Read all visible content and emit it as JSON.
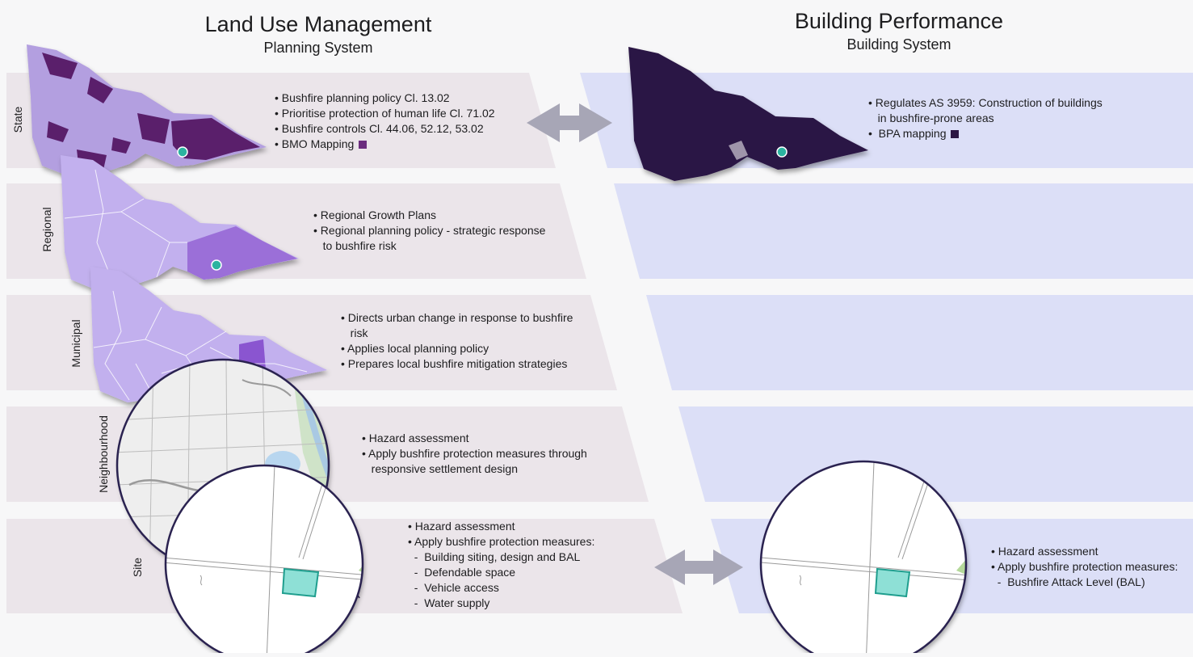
{
  "left_header": {
    "title": "Land Use Management",
    "subtitle": "Planning System"
  },
  "right_header": {
    "title": "Building Performance",
    "subtitle": "Building System"
  },
  "tiers": {
    "state": {
      "label": "State",
      "planning": [
        "• Bushfire planning policy Cl. 13.02",
        "• Prioritise protection of human life Cl. 71.02",
        "• Bushfire controls Cl. 44.06, 52.12, 53.02",
        "• BMO Mapping"
      ],
      "building": [
        "• Regulates AS 3959: Construction of buildings",
        "   in bushfire-prone areas",
        "•  BPA mapping"
      ]
    },
    "regional": {
      "label": "Regional",
      "planning": [
        "• Regional Growth Plans",
        "• Regional planning policy - strategic response",
        "   to bushfire risk"
      ]
    },
    "municipal": {
      "label": "Municipal",
      "planning": [
        "• Directs urban change in response to bushfire",
        "   risk",
        "• Applies local planning policy",
        "• Prepares local bushfire mitigation strategies"
      ]
    },
    "neighbourhood": {
      "label": "Neighbourhood",
      "planning": [
        "• Hazard assessment",
        "• Apply bushfire protection measures through",
        "   responsive settlement design"
      ]
    },
    "site": {
      "label": "Site",
      "planning": [
        "• Hazard assessment",
        "• Apply bushfire protection measures:",
        "  -  Building siting, design and BAL",
        "  -  Defendable space",
        "  -  Vehicle access",
        "  -  Water supply"
      ],
      "building": [
        "• Hazard assessment",
        "• Apply bushfire protection measures:",
        "  -  Bushfire Attack Level (BAL)"
      ]
    }
  },
  "colors": {
    "planning_band": "#ebe5ea",
    "building_band": "#dcdff7",
    "arrow": "#a7a6b6",
    "bmo_swatch": "#6b2d7e",
    "bpa_swatch": "#2c1744",
    "state_map": "#b39fe0",
    "state_map_bmo": "#5a1f6b",
    "bpa_map": "#2c1744",
    "regional_map": "#c2b0ee",
    "regional_highlight": "#9b6fd8",
    "municipal_map": "#c2b0ee",
    "municipal_highlight": "#8a55d0",
    "marker": "#2bb3a0",
    "site_parcel": "#8ee0d6"
  }
}
